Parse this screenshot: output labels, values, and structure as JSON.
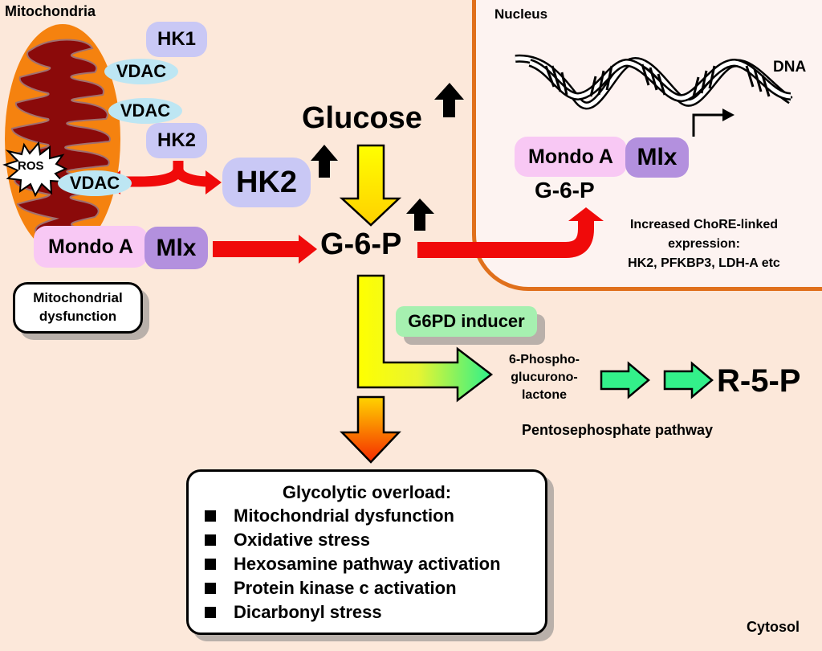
{
  "labels": {
    "mitochondria": "Mitochondria",
    "nucleus": "Nucleus",
    "dna": "DNA",
    "cytosol": "Cytosol",
    "ros": "ROS",
    "glucose": "Glucose",
    "g6p_main": "G-6-P",
    "g6p_nucleus": "G-6-P",
    "r5p": "R-5-P",
    "pentose_pathway": "Pentosephosphate pathway",
    "phosphoglucono": [
      "6-Phospho-",
      "glucurono-",
      "lactone"
    ],
    "chore_text": [
      "Increased ChoRE-linked",
      "expression:",
      "HK2, PFKBP3, LDH-A etc"
    ]
  },
  "proteins": {
    "hk1": "HK1",
    "hk2_small": "HK2",
    "hk2_large": "HK2",
    "vdac": [
      "VDAC",
      "VDAC",
      "VDAC"
    ],
    "mondo_a": "Mondo A",
    "mlx": "Mlx",
    "mondo_a_nucleus": "Mondo A",
    "mlx_nucleus": "Mlx"
  },
  "boxes": {
    "mito_dysfunction": [
      "Mitochondrial",
      "dysfunction"
    ],
    "g6pd_inducer": "G6PD inducer",
    "glycolytic": {
      "title": "Glycolytic overload:",
      "items": [
        "Mitochondrial dysfunction",
        "Oxidative stress",
        "Hexosamine pathway activation",
        "Protein kinase c activation",
        "Dicarbonyl stress"
      ]
    }
  },
  "colors": {
    "background": "#fce8da",
    "nucleus_fill": "#fdf3f1",
    "nucleus_border": "#e0701c",
    "mito_outer": "#f5820f",
    "mito_inner": "#8b0a0a",
    "red_arrow": "#f00a0a",
    "hk": "#c9c8f5",
    "mondo": "#f8c8f4",
    "mlx": "#b390de",
    "vdac": "#bde6f3",
    "green": "#33f08a",
    "yellow": "#ffff00"
  }
}
